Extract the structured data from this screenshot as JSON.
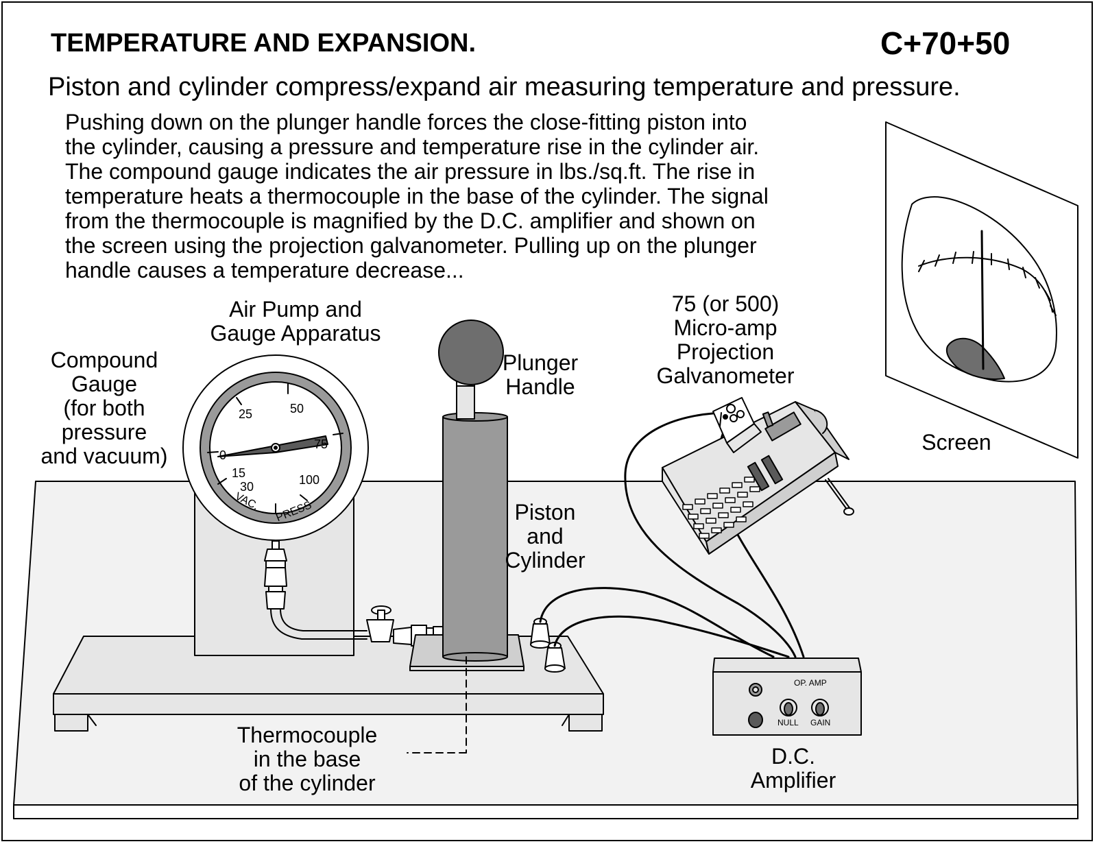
{
  "header": {
    "title": "TEMPERATURE AND EXPANSION.",
    "code": "C+70+50",
    "subtitle": "Piston and cylinder compress/expand air measuring temperature and pressure."
  },
  "description": [
    "Pushing down on the plunger handle forces the close-fitting piston into",
    "the cylinder, causing a pressure and temperature rise in the cylinder air.",
    "The compound gauge indicates the air pressure in lbs./sq.ft.  The rise in",
    "temperature heats a thermocouple in the base of the cylinder. The signal",
    "from the thermocouple is magnified by the D.C. amplifier and shown on",
    "the screen using the projection galvanometer.  Pulling up on the plunger",
    "handle causes a temperature decrease..."
  ],
  "labels": {
    "air_pump": [
      "Air Pump and",
      "Gauge Apparatus"
    ],
    "compound_gauge": [
      "Compound",
      "Gauge",
      "(for both",
      "pressure",
      "and vacuum)"
    ],
    "plunger_handle": [
      "Plunger",
      "Handle"
    ],
    "galvanometer": [
      "75 (or 500)",
      "Micro-amp",
      "Projection",
      "Galvanometer"
    ],
    "screen": "Screen",
    "piston_cylinder": [
      "Piston",
      "and",
      "Cylinder"
    ],
    "thermocouple": [
      "Thermocouple",
      "in the base",
      "of the cylinder"
    ],
    "dc_amplifier": [
      "D.C.",
      "Amplifier"
    ]
  },
  "gauge": {
    "scale_labels": [
      "25",
      "50",
      "0",
      "75",
      "15",
      "30",
      "100"
    ],
    "vac_label": "VAC.",
    "press_label": "PRESS"
  },
  "amplifier": {
    "op_amp_label": "OP. AMP",
    "null_label": "NULL",
    "gain_label": "GAIN"
  },
  "colors": {
    "line": "#000000",
    "table_fill": "#f2f2f2",
    "light_fill": "#e6e6e6",
    "medium_gray": "#9a9a9a",
    "dark_gray": "#5a5a5a",
    "knob_gray": "#6e6e6e"
  }
}
